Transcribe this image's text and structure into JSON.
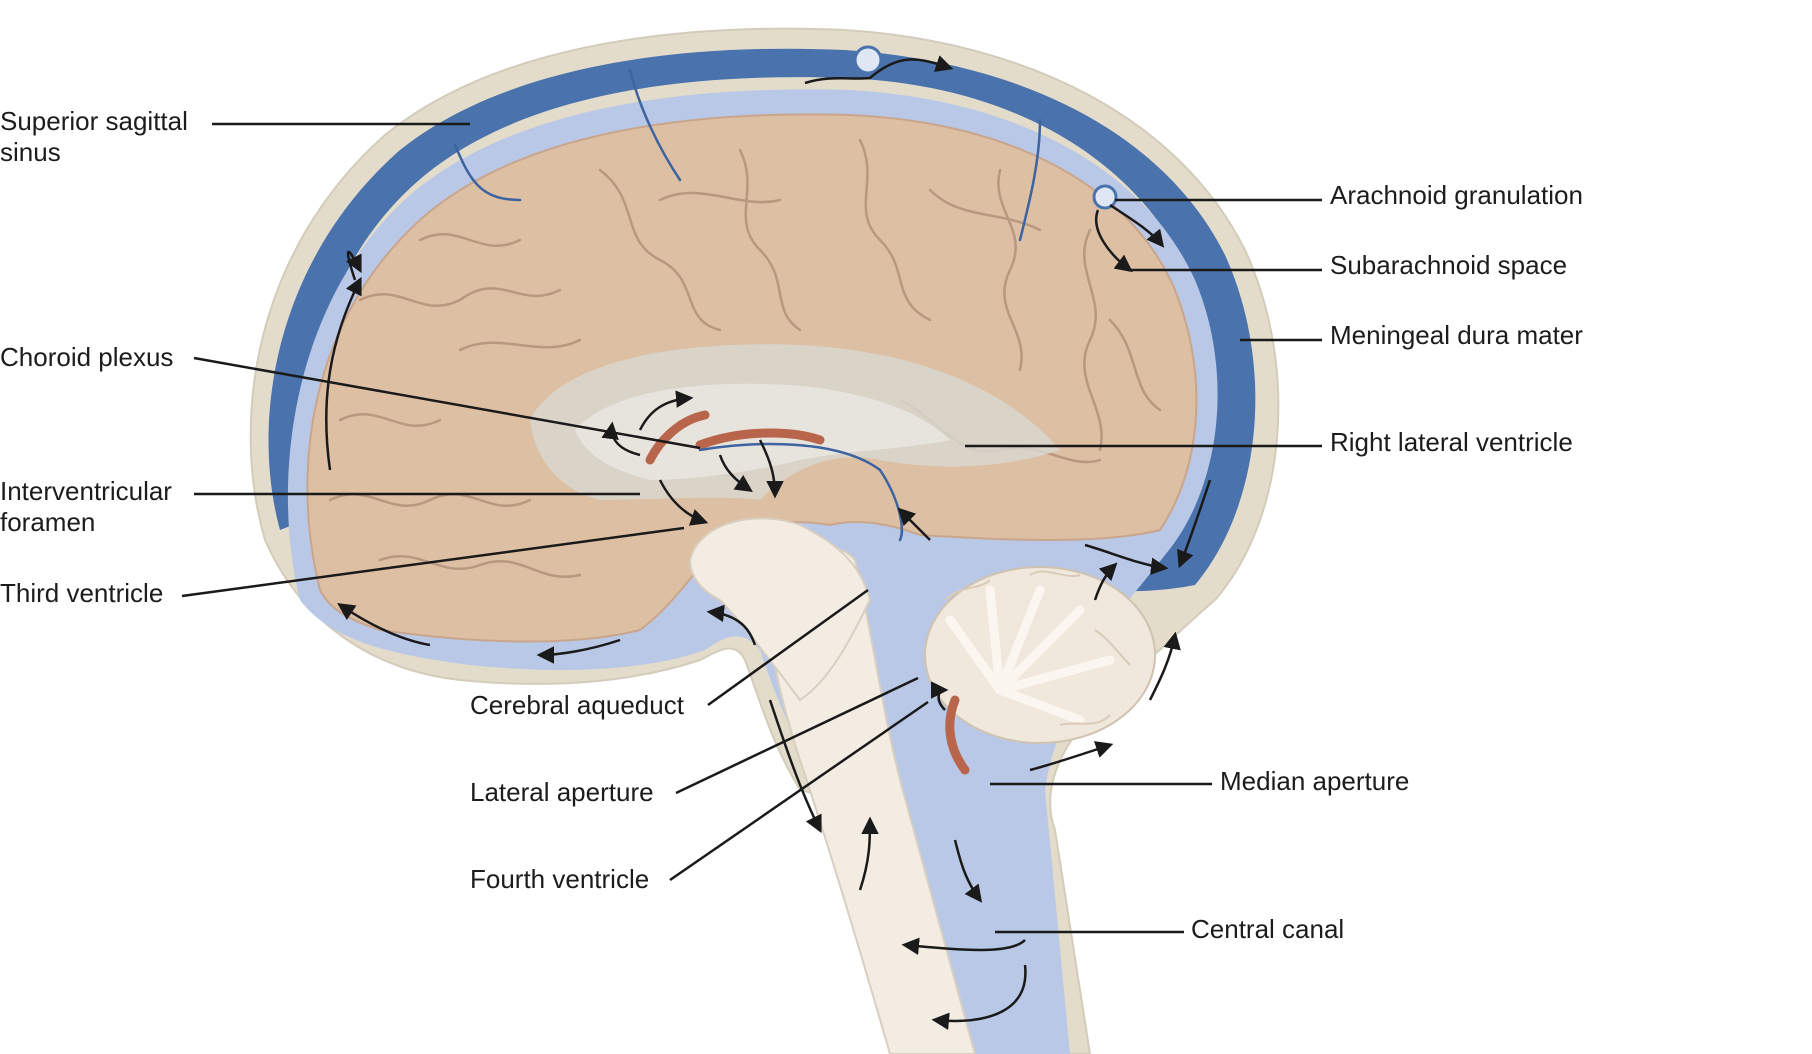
{
  "labels": {
    "superior_sagittal_sinus": "Superior sagittal\nsinus",
    "choroid_plexus": "Choroid plexus",
    "interventricular_foramen": "Interventricular\nforamen",
    "third_ventricle": "Third ventricle",
    "cerebral_aqueduct": "Cerebral aqueduct",
    "lateral_aperture": "Lateral aperture",
    "fourth_ventricle": "Fourth ventricle",
    "arachnoid_granulation": "Arachnoid granulation",
    "subarachnoid_space": "Subarachnoid space",
    "meningeal_dura_mater": "Meningeal dura mater",
    "right_lateral_ventricle": "Right lateral ventricle",
    "median_aperture": "Median aperture",
    "central_canal": "Central canal"
  },
  "colors": {
    "skull": "#e3dccb",
    "dura": "#4a72ad",
    "csf": "#b9c8e6",
    "brain": "#ddbfa4",
    "brain_fold": "#b89880",
    "ventricle": "#e8e6e0",
    "choroid": "#b8654b",
    "cerebellum_white": "#fbf6ef",
    "leader_line": "#1a1a1a"
  }
}
